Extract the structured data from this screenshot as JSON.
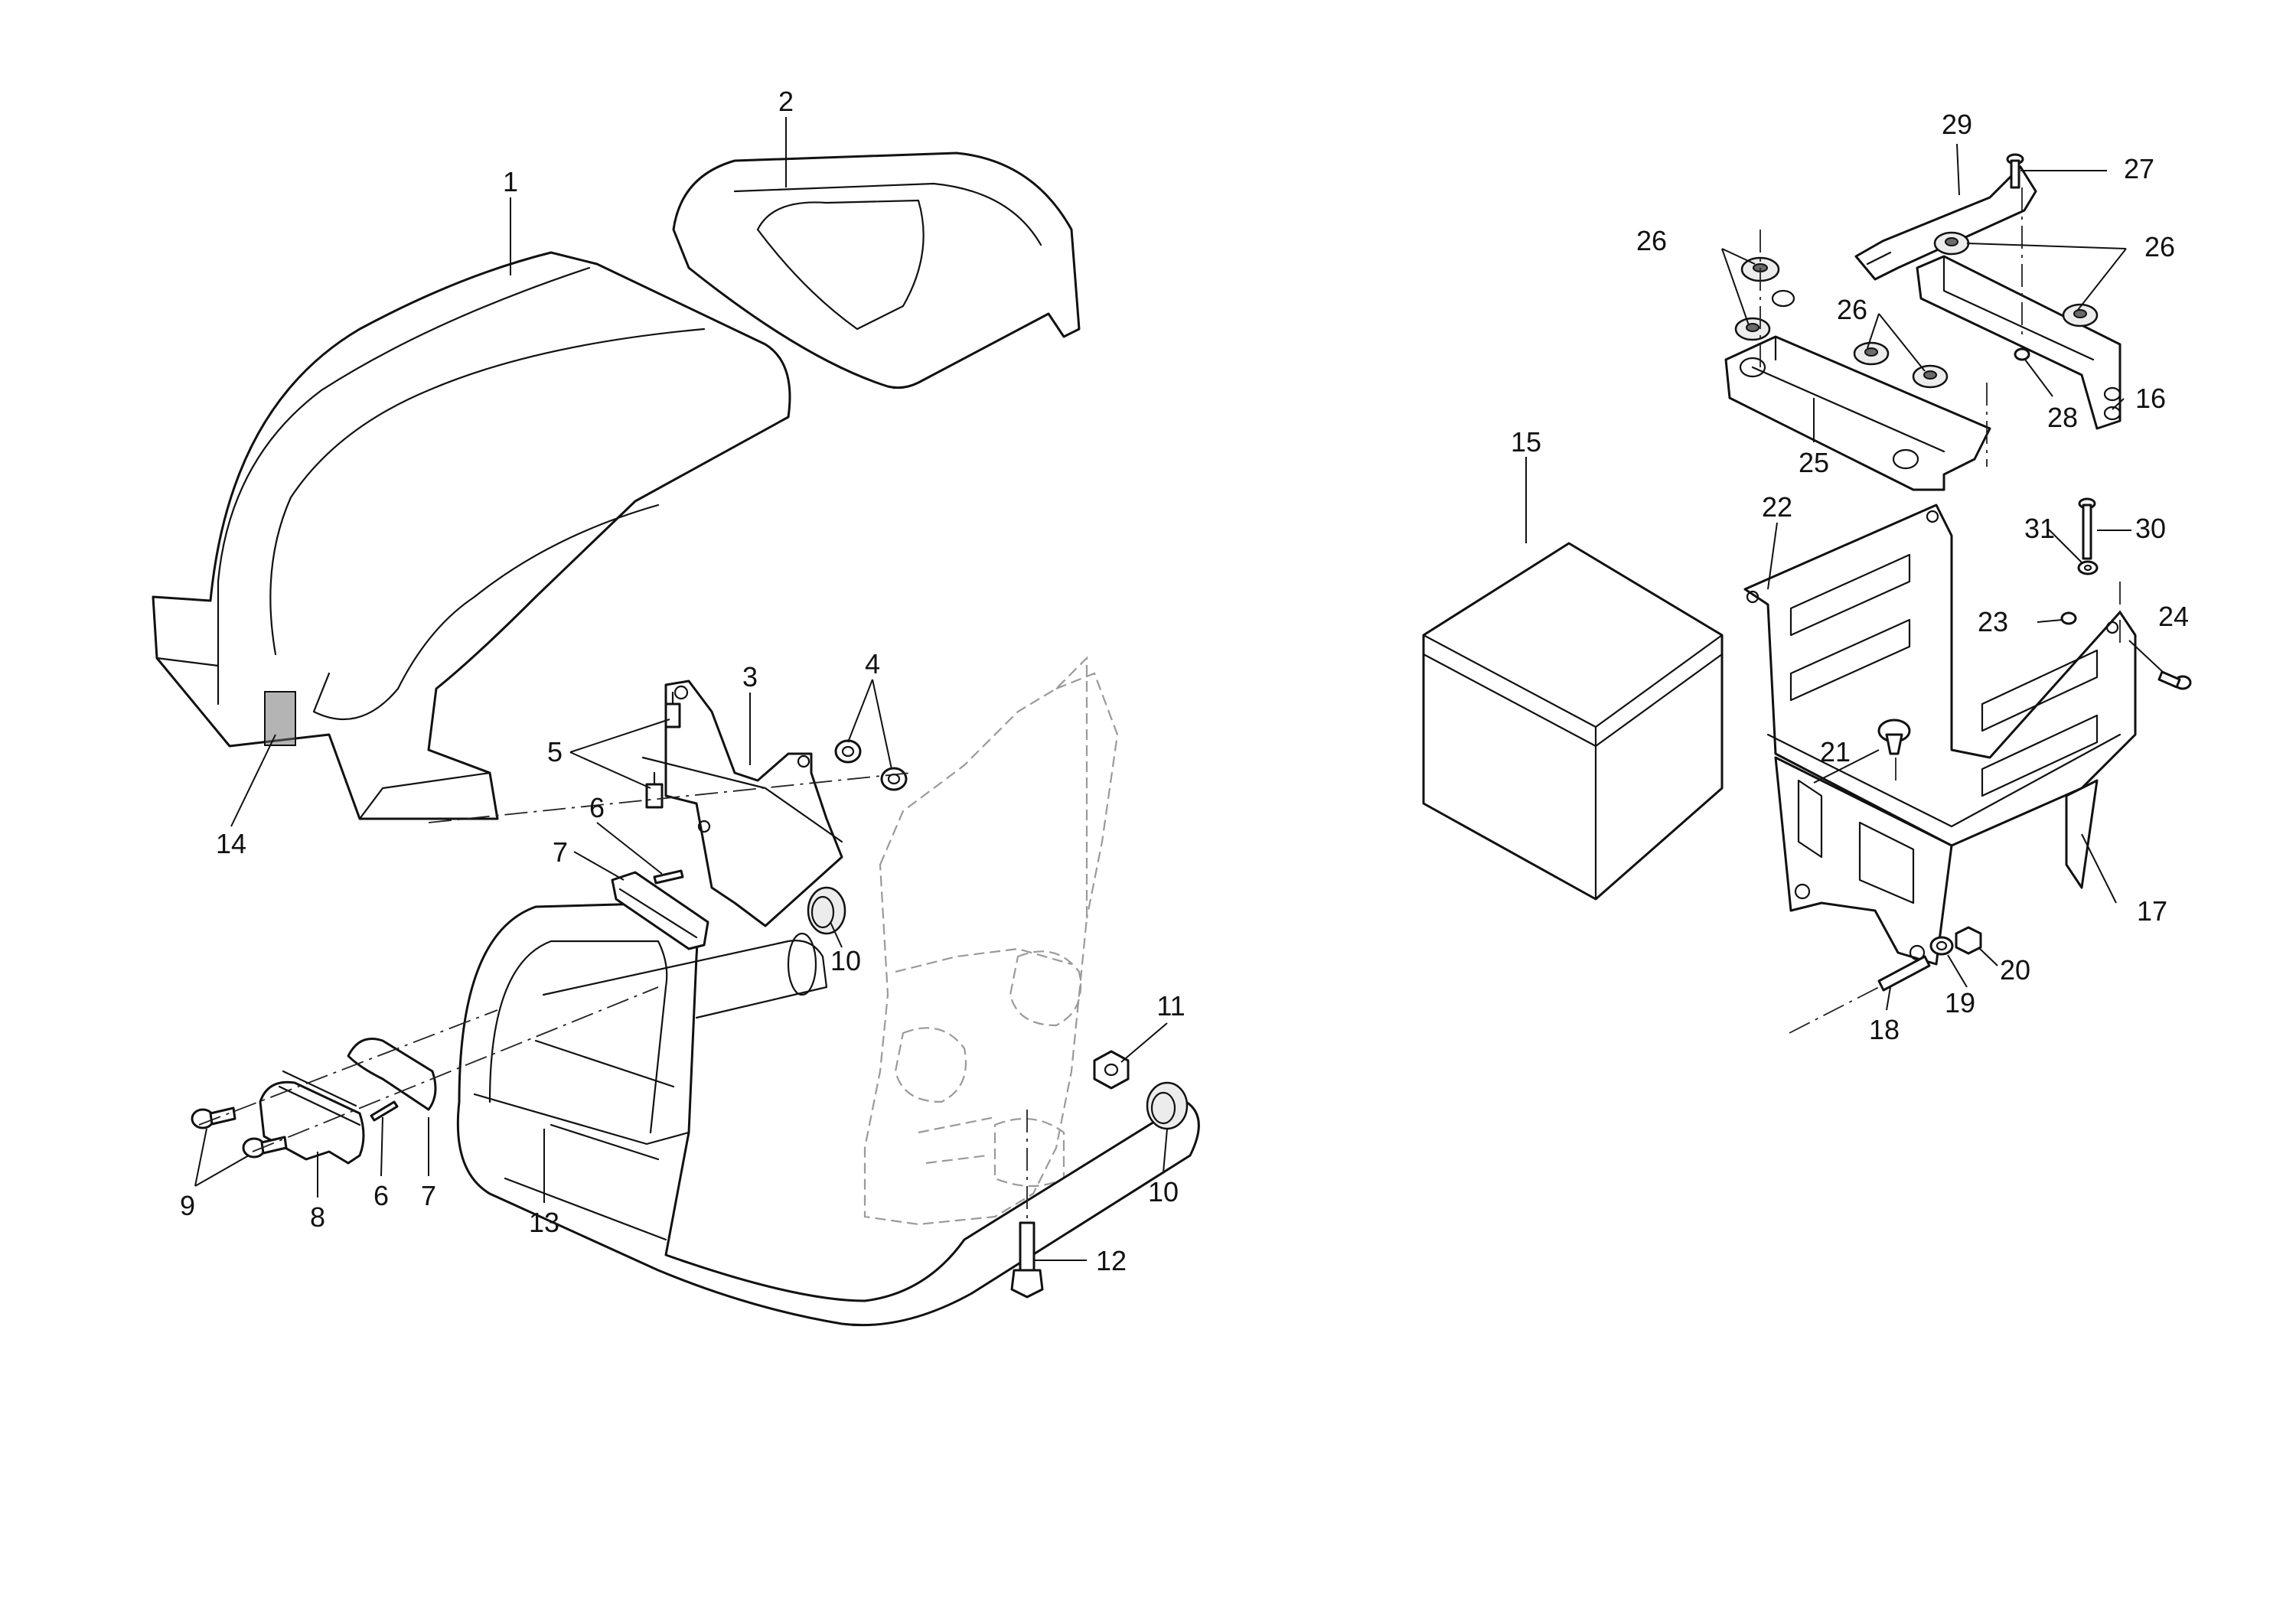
{
  "callouts": [
    {
      "id": "c1",
      "label": "1"
    },
    {
      "id": "c2",
      "label": "2"
    },
    {
      "id": "c3",
      "label": "3"
    },
    {
      "id": "c4",
      "label": "4"
    },
    {
      "id": "c5",
      "label": "5"
    },
    {
      "id": "c6a",
      "label": "6"
    },
    {
      "id": "c6b",
      "label": "6"
    },
    {
      "id": "c7a",
      "label": "7"
    },
    {
      "id": "c7b",
      "label": "7"
    },
    {
      "id": "c8",
      "label": "8"
    },
    {
      "id": "c9",
      "label": "9"
    },
    {
      "id": "c10a",
      "label": "10"
    },
    {
      "id": "c10b",
      "label": "10"
    },
    {
      "id": "c11",
      "label": "11"
    },
    {
      "id": "c12",
      "label": "12"
    },
    {
      "id": "c13",
      "label": "13"
    },
    {
      "id": "c14",
      "label": "14"
    },
    {
      "id": "c15",
      "label": "15"
    },
    {
      "id": "c16",
      "label": "16"
    },
    {
      "id": "c17",
      "label": "17"
    },
    {
      "id": "c18",
      "label": "18"
    },
    {
      "id": "c19",
      "label": "19"
    },
    {
      "id": "c20",
      "label": "20"
    },
    {
      "id": "c21",
      "label": "21"
    },
    {
      "id": "c22",
      "label": "22"
    },
    {
      "id": "c23",
      "label": "23"
    },
    {
      "id": "c24",
      "label": "24"
    },
    {
      "id": "c25",
      "label": "25"
    },
    {
      "id": "c26a",
      "label": "26"
    },
    {
      "id": "c26b",
      "label": "26"
    },
    {
      "id": "c26c",
      "label": "26"
    },
    {
      "id": "c27",
      "label": "27"
    },
    {
      "id": "c28",
      "label": "28"
    },
    {
      "id": "c29",
      "label": "29"
    },
    {
      "id": "c30",
      "label": "30"
    },
    {
      "id": "c31",
      "label": "31"
    }
  ]
}
